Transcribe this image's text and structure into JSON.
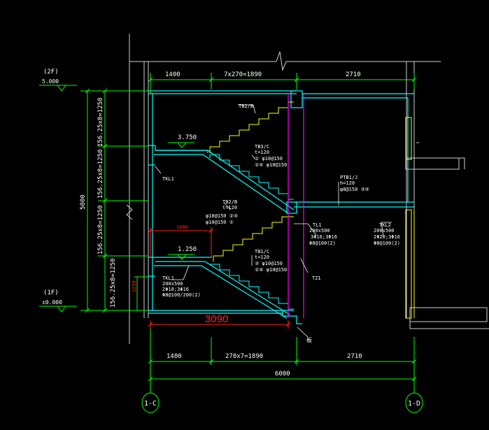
{
  "colors": {
    "background": "#000000",
    "dimension": "#00ff00",
    "structure": "#00ffff",
    "text": "#ffffff",
    "stair_tread": "#ffff00",
    "column": "#ff00ff",
    "highlight": "#ff2020",
    "wall": "#d0d0d0",
    "leader": "#ffffff"
  },
  "levels": {
    "top_floor": "(2F)",
    "top_elev": "5.000",
    "bottom_floor": "(1F)",
    "bottom_elev": "±0.000",
    "landing_upper": "3.750",
    "landing_lower": "1.250"
  },
  "dims_top": {
    "seg1": "1400",
    "seg2": "7x270=1890",
    "seg3": "2710"
  },
  "dims_bottom": {
    "seg1": "1400",
    "seg2": "270x7=1890",
    "seg3": "2710",
    "total": "6000"
  },
  "dims_left": {
    "riser1": "156.25x8=1250",
    "riser2": "156.25x8=1250",
    "riser3": "156.25x8=1250",
    "riser4": "156.25x8=1250",
    "total": "5000",
    "small": "1250"
  },
  "highlight": {
    "span_value": "3090",
    "landing_width": "1400"
  },
  "labels": {
    "tb2_b": "TB2/B",
    "tb3_c": "TB3/C",
    "tb3_c_t": "t=120",
    "tb3_c_r1": "①  φ10@150",
    "tb3_c_r2": "②④ φ10@150",
    "tb2_b_lower": "TB2/B",
    "tb2_b_lower_t": "t=120",
    "tb2_b_lower_r1": "φ10@150 ②④",
    "tb2_b_lower_r2": "φ10@150  ①",
    "tb1_c": "TB1/C",
    "tb1_c_t": "t=120",
    "tb1_c_r1": "③  φ10@150",
    "tb1_c_r2": "②④ φ10@150",
    "tkl1_left": "TKL1",
    "tkl1_beam": "TKL1",
    "tkl1_size": "200x500",
    "tkl1_r1": "2Φ18;3Φ16",
    "tkl1_r2": "Φ8@100/200(2)",
    "tl1": "TL1",
    "tl1_size": "200x500",
    "tl1_r1": "3Φ16;3Φ16",
    "tl1_r2": "Φ8@100(2)",
    "ptb1_j": "PTB1/J",
    "ptb1_j_t": "h=120",
    "ptb1_j_r": "φ8@150 ③④",
    "tkl2": "TKL2",
    "tkl2_size": "200x500",
    "tkl2_r1": "2Φ20;3Φ16",
    "tkl2_r2": "Φ8@100(2)",
    "tz1": "TZ1",
    "slab": "板",
    "axis_left": "1-C",
    "axis_right": "1-D"
  }
}
